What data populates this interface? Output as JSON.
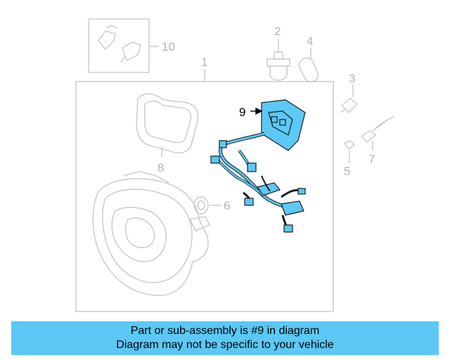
{
  "diagram": {
    "callouts": {
      "c1": "1",
      "c2": "2",
      "c3": "3",
      "c4": "4",
      "c5": "5",
      "c6": "6",
      "c7": "7",
      "c8": "8",
      "c9": "9",
      "c10": "10"
    },
    "highlight_part": "9"
  },
  "colors": {
    "highlight": "#5bc8f5",
    "line_art": "#c8c8c8",
    "banner": "#5bc8f5"
  },
  "banner": {
    "line1": "Part or sub-assembly is #9 in diagram",
    "line2": "Diagram may not be specific to your vehicle"
  }
}
